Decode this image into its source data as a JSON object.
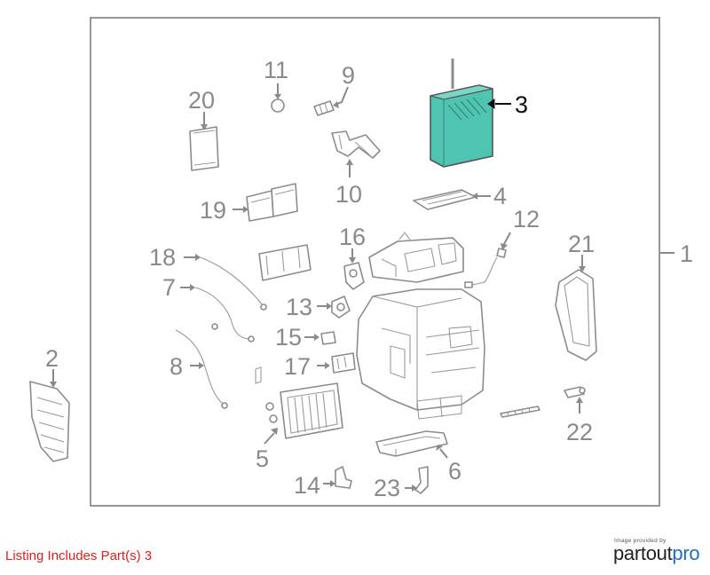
{
  "callouts": [
    "11",
    "9",
    "20",
    "3",
    "10",
    "4",
    "19",
    "16",
    "12",
    "21",
    "1",
    "18",
    "7",
    "13",
    "15",
    "2",
    "8",
    "17",
    "22",
    "5",
    "6",
    "14",
    "23"
  ],
  "highlight_color": "#4fc4b0",
  "caption": "Listing Includes Part(s) 3",
  "credit": {
    "small": "Image provided by",
    "brand_dark": "partout",
    "brand_accent": "pro",
    "accent_color": "#1e6fc4"
  }
}
